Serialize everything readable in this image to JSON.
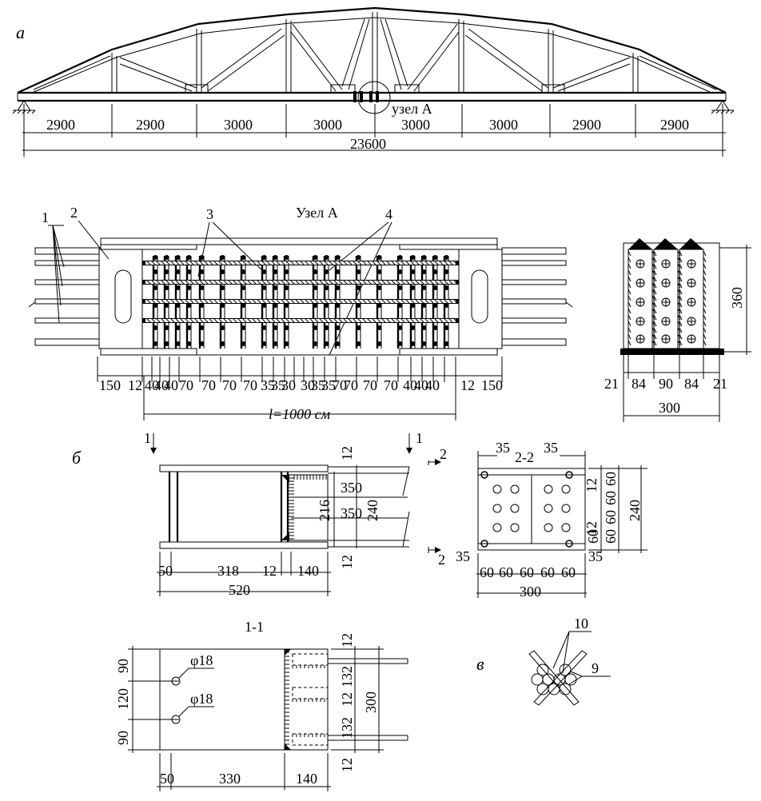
{
  "labels": {
    "fig_a": "а",
    "fig_b": "б",
    "fig_v": "в",
    "node_callout": "узел А",
    "node_title": "Узел А",
    "length_label": "l=1000 см",
    "section_11": "1-1",
    "section_22": "2-2",
    "cut_1": "1",
    "cut_2": "2"
  },
  "truss_spans": [
    "2900",
    "2900",
    "3000",
    "3000",
    "3000",
    "3000",
    "2900",
    "2900"
  ],
  "truss_total": "23600",
  "node_dims": [
    "150",
    "12",
    "40",
    "40",
    "40",
    "70",
    "70",
    "70",
    "70",
    "35",
    "35",
    "30",
    "30",
    "35",
    "35",
    "70",
    "70",
    "70",
    "70",
    "40",
    "40",
    "40",
    "12",
    "150"
  ],
  "node_leaders": [
    "1",
    "2",
    "3",
    "4"
  ],
  "cross_section": {
    "bottom": [
      "21",
      "84",
      "90",
      "84",
      "21"
    ],
    "width": "300",
    "height": "360"
  },
  "elev_b": {
    "bottom": [
      "50",
      "318",
      "12",
      "140"
    ],
    "total": "520",
    "right": [
      "350",
      "350",
      "216",
      "240",
      "12",
      "12"
    ]
  },
  "sec22": {
    "top": [
      "35",
      "35"
    ],
    "bottom": [
      "35",
      "60",
      "60",
      "60",
      "60",
      "60",
      "35"
    ],
    "width": "300",
    "right": [
      "12",
      "60",
      "60",
      "60",
      "12",
      "60",
      "60"
    ],
    "height": "240"
  },
  "sec11": {
    "left": [
      "90",
      "120",
      "90"
    ],
    "holes": [
      "φ18",
      "φ18"
    ],
    "bottom": [
      "50",
      "330",
      "140"
    ],
    "right": [
      "12",
      "132",
      "12",
      "132",
      "12"
    ],
    "height": "300"
  },
  "detail_v": [
    "10",
    "9"
  ]
}
